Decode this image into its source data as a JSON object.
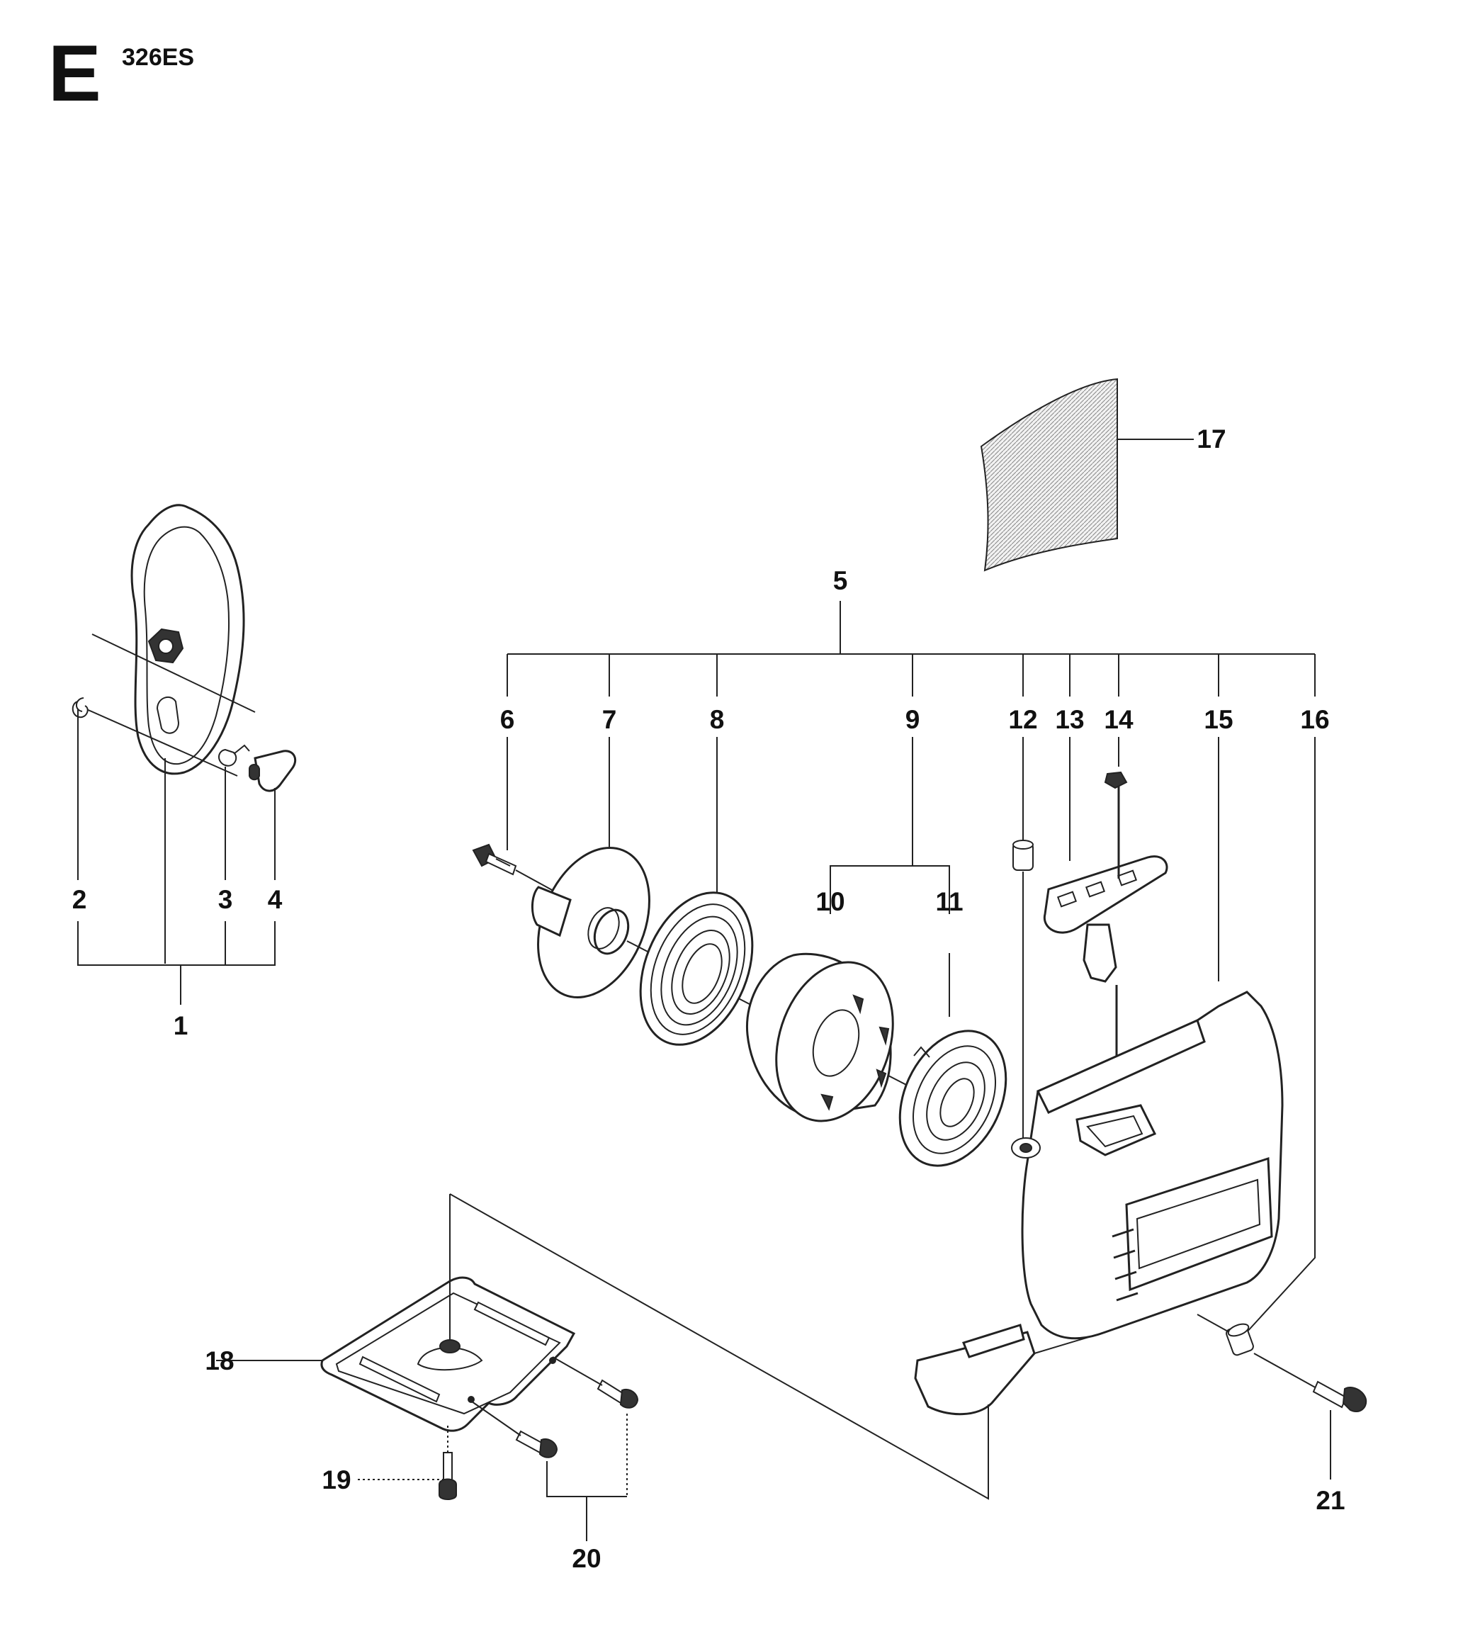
{
  "header": {
    "section_letter": "E",
    "model": "326ES"
  },
  "callouts": [
    {
      "id": "1",
      "text": "1"
    },
    {
      "id": "2",
      "text": "2"
    },
    {
      "id": "3",
      "text": "3"
    },
    {
      "id": "4",
      "text": "4"
    },
    {
      "id": "5",
      "text": "5"
    },
    {
      "id": "6",
      "text": "6"
    },
    {
      "id": "7",
      "text": "7"
    },
    {
      "id": "8",
      "text": "8"
    },
    {
      "id": "9",
      "text": "9"
    },
    {
      "id": "10",
      "text": "10"
    },
    {
      "id": "11",
      "text": "11"
    },
    {
      "id": "12",
      "text": "12"
    },
    {
      "id": "13",
      "text": "13"
    },
    {
      "id": "14",
      "text": "14"
    },
    {
      "id": "15",
      "text": "15"
    },
    {
      "id": "16",
      "text": "16"
    },
    {
      "id": "17",
      "text": "17"
    },
    {
      "id": "18",
      "text": "18"
    },
    {
      "id": "19",
      "text": "19"
    },
    {
      "id": "20",
      "text": "20"
    },
    {
      "id": "21",
      "text": "21"
    }
  ]
}
